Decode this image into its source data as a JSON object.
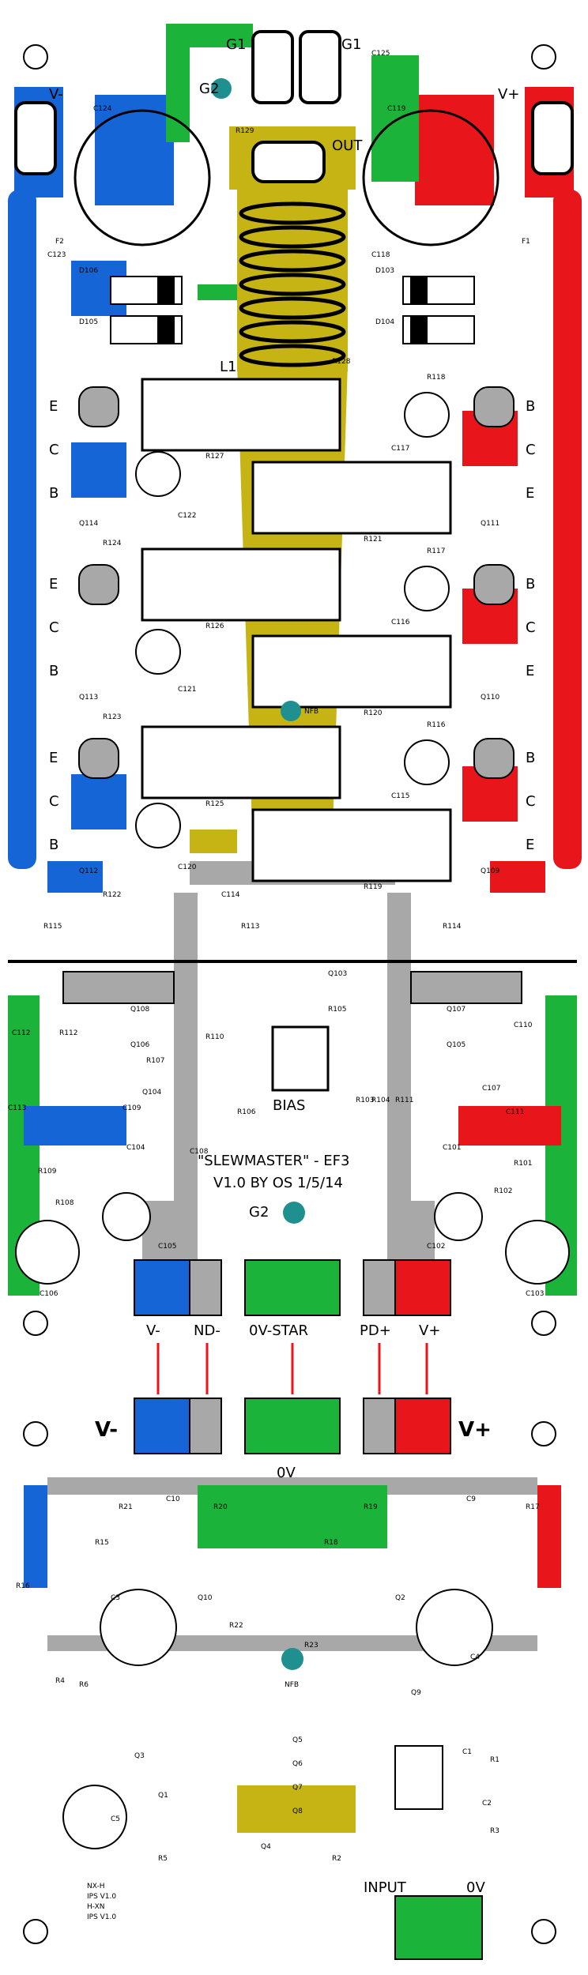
{
  "board": {
    "title": "\"SLEWMASTER\" - EF3",
    "subtitle": "V1.0 BY OS 1/5/14",
    "label_out": "OUT",
    "label_bias": "BIAS",
    "label_nfb": "NFB",
    "label_g2": "G2",
    "label_g1a": "G1",
    "label_g1b": "G1",
    "label_vminus": "V-",
    "label_vplus": "V+",
    "label_l1": "L1",
    "bottom_terminals": [
      "V-",
      "ND-",
      "0V-STAR",
      "PD+",
      "V+"
    ],
    "input_stage_labels": [
      "V-",
      "0V",
      "V+"
    ],
    "label_input": "INPUT",
    "label_0v": "0V",
    "corner_text": [
      "NX-H",
      "IPS V1.0",
      "H-XN",
      "IPS V1.0"
    ],
    "pin_letters_left": [
      "E",
      "C",
      "B",
      "E",
      "C",
      "B",
      "E",
      "C",
      "B"
    ],
    "pin_letters_right": [
      "B",
      "C",
      "E",
      "B",
      "C",
      "E",
      "B",
      "C",
      "E"
    ],
    "ref_resistors": [
      "R127",
      "R121",
      "R126",
      "R120",
      "R125",
      "R119",
      "R124",
      "R123",
      "R122",
      "R118",
      "R117",
      "R116",
      "R115",
      "R114",
      "R113",
      "R129",
      "R128"
    ],
    "ref_transistors_left": [
      "Q114",
      "Q113",
      "Q112"
    ],
    "ref_transistors_right": [
      "Q111",
      "Q110",
      "Q109"
    ],
    "ref_caps": [
      "C124",
      "C122",
      "C121",
      "C120",
      "C117",
      "C116",
      "C115",
      "C119",
      "C118",
      "C125",
      "C114",
      "C123"
    ],
    "ref_diodes": [
      "D106",
      "D105",
      "D103",
      "D104"
    ],
    "ref_fuses": [
      "F2",
      "F1"
    ],
    "ref_driver": [
      "Q108",
      "Q107",
      "Q106",
      "Q105",
      "Q104",
      "Q103",
      "R105",
      "R106",
      "R110",
      "R111",
      "R112",
      "R103",
      "R104",
      "R107",
      "R108",
      "R109",
      "R101",
      "R102",
      "C106",
      "C105",
      "C104",
      "C103",
      "C102",
      "C101",
      "C107",
      "C108",
      "C109",
      "C110",
      "C111",
      "C112",
      "C113"
    ],
    "ref_ips": [
      "R21",
      "R22",
      "R23",
      "R15",
      "R16",
      "R17",
      "R18",
      "R19",
      "R20",
      "C3",
      "C4",
      "C5",
      "C9",
      "C10",
      "Q1",
      "Q2",
      "Q3",
      "Q4",
      "Q5",
      "Q6",
      "Q7",
      "Q8",
      "Q9",
      "Q10",
      "R1",
      "R2",
      "R3",
      "R4",
      "R5",
      "R6",
      "C1",
      "C2"
    ]
  },
  "colors": {
    "blue": "#1565d6",
    "red": "#e8161b",
    "green": "#1bb33a",
    "yellow": "#c6b414",
    "gray": "#a8a8a8",
    "teal": "#1f8f8f",
    "black": "#000000"
  }
}
